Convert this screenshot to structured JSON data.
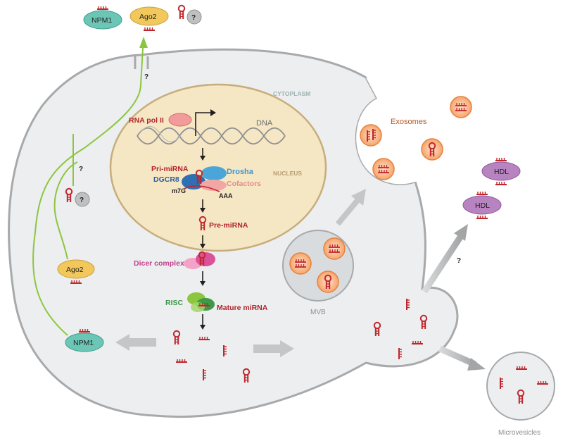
{
  "cell": {
    "cytoplasm_label": "CYTOPLASM",
    "nucleus_label": "NUCLEUS"
  },
  "nucleus": {
    "rna_pol_label": "RNA pol II",
    "dna_label": "DNA",
    "pri_mirna_label": "Pri-miRNA",
    "drosha_label": "Drosha",
    "dgcr8_label": "DGCR8",
    "cofactors_label": "Cofactors",
    "cap_label": "m7G",
    "polya_label": "AAA"
  },
  "pathway": {
    "pre_mirna_label": "Pre-miRNA",
    "dicer_label": "Dicer complex",
    "risc_label": "RISC",
    "mature_label": "Mature miRNA"
  },
  "carriers": {
    "npm1_label": "NPM1",
    "ago2_label": "Ago2",
    "hdl_label": "HDL",
    "unknown_label": "?"
  },
  "vesicles": {
    "exosomes_label": "Exosomes",
    "mvb_label": "MVB",
    "microvesicles_label": "Microvesicles"
  },
  "colors": {
    "mirna": "#c0272d",
    "green_path": "#8cc63f",
    "nucleus_fill": "#f5e6c4",
    "cell_fill": "#eceeef",
    "exosome": "#f7a46b",
    "npm1": "#6cc6b5",
    "ago2": "#f2c75c",
    "hdl": "#b783c0"
  }
}
